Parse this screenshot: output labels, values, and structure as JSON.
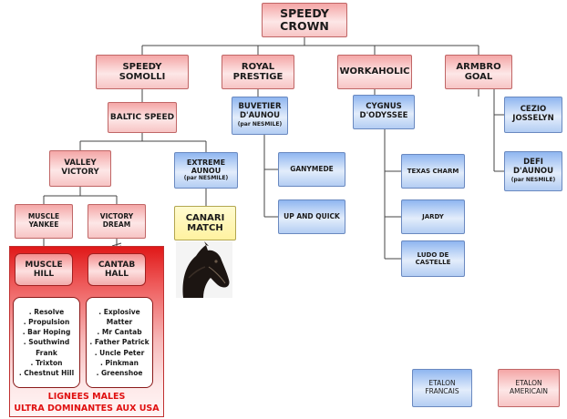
{
  "colors": {
    "red_box": "#f7c4c4",
    "blue_box": "#b3cdf3",
    "yellow_box": "#fff2a0",
    "connector": "#444444",
    "footer_text": "#e01010",
    "panel_top": "#e01818"
  },
  "root": {
    "line1": "SPEEDY",
    "line2": "CROWN"
  },
  "level1": {
    "speedy_somolli": {
      "line1": "SPEEDY",
      "line2": "SOMOLLI"
    },
    "royal_prestige": {
      "line1": "ROYAL",
      "line2": "PRESTIGE"
    },
    "workaholic": {
      "line1": "WORKAHOLIC"
    },
    "armbro_goal": {
      "line1": "ARMBRO",
      "line2": "GOAL"
    }
  },
  "baltic_speed": {
    "label": "BALTIC SPEED"
  },
  "buvetier": {
    "line1": "BUVETIER",
    "line2": "D'AUNOU",
    "sub": "(par NESMILE)"
  },
  "cygnus": {
    "line1": "CYGNUS",
    "line2": "D'ODYSSEE"
  },
  "cezio": {
    "line1": "CEZIO",
    "line2": "JOSSELYN"
  },
  "defi": {
    "line1": "DEFI",
    "line2": "D'AUNOU",
    "sub": "(par NESMILE)"
  },
  "valley_victory": {
    "line1": "VALLEY",
    "line2": "VICTORY"
  },
  "extreme_aunou": {
    "line1": "EXTREME",
    "line2": "AUNOU",
    "sub": "(par NESMILE)"
  },
  "ganymede": {
    "label": "GANYMEDE"
  },
  "up_and_quick": {
    "label": "UP AND QUICK"
  },
  "texas_charm": {
    "label": "TEXAS CHARM"
  },
  "jardy": {
    "label": "JARDY"
  },
  "ludo": {
    "line1": "LUDO DE",
    "line2": "CASTELLE"
  },
  "muscle_yankee": {
    "line1": "MUSCLE",
    "line2": "YANKEE"
  },
  "victory_dream": {
    "line1": "VICTORY",
    "line2": "DREAM"
  },
  "canari_match": {
    "line1": "CANARI",
    "line2": "MATCH"
  },
  "muscle_hill": {
    "line1": "MUSCLE",
    "line2": "HILL"
  },
  "cantab_hall": {
    "line1": "CANTAB",
    "line2": "HALL"
  },
  "muscle_hill_offspring": [
    ". Resolve",
    ". Propulsion",
    ". Bar Hoping",
    ". Southwind",
    "Frank",
    ". Trixton",
    ". Chestnut Hill"
  ],
  "cantab_hall_offspring": [
    ". Explosive",
    "Matter",
    ". Mr Cantab",
    ". Father Patrick",
    ". Uncle Peter",
    ". Pinkman",
    ". Greenshoe"
  ],
  "footer": {
    "line1": "LIGNEES MALES",
    "line2": "ULTRA DOMINANTES AUX USA"
  },
  "legend": {
    "francais": {
      "line1": "ETALON",
      "line2": "FRANCAIS"
    },
    "americain": {
      "line1": "ETALON",
      "line2": "AMERICAIN"
    }
  }
}
